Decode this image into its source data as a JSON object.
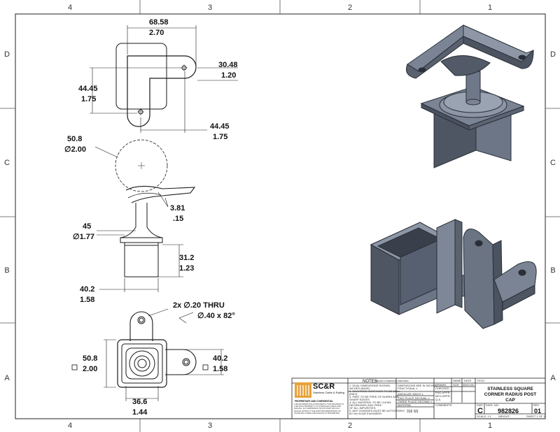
{
  "zones": {
    "columns": [
      "4",
      "3",
      "2",
      "1"
    ],
    "rows": [
      "D",
      "C",
      "B",
      "A"
    ]
  },
  "dimensions": {
    "top_width": {
      "mm": "68.58",
      "in": "2.70"
    },
    "top_offset": {
      "mm": "30.48",
      "in": "1.20"
    },
    "top_left_height": {
      "mm": "44.45",
      "in": "1.75"
    },
    "top_bottom_width": {
      "mm": "44.45",
      "in": "1.75"
    },
    "sphere_dia": {
      "mm": "50.8",
      "in": "2.00"
    },
    "radius": {
      "mm": "3.81",
      "in": ".15"
    },
    "stem_dia": {
      "mm": "45",
      "in": "1.77"
    },
    "height": {
      "mm": "31.2",
      "in": "1.23"
    },
    "base_width": {
      "mm": "40.2",
      "in": "1.58"
    },
    "hole_note": {
      "line1": "2x ∅.20 THRU",
      "line2": "∅.40 x 82°"
    },
    "bottom_left": {
      "mm": "50.8",
      "in": "2.00"
    },
    "bottom_right": {
      "mm": "40.2",
      "in": "1.58"
    },
    "bottom_width": {
      "mm": "36.6",
      "in": "1.44"
    }
  },
  "title_block": {
    "company": "SC&R",
    "company_sub": "Stainless Cable & Railing",
    "notes_title": "NOTES:",
    "notes_unless": "UNLESS OTHERWISE SPECIFIED",
    "notes_lines": [
      "1. DUAL DIMENSIONS SHOWN.",
      "INCHES (BASE)",
      "2. MACHINED SURFACES TO BE 63um",
      "(MAX)",
      "3. PART TO BE FREE OF BURRS AND",
      "SHARP EDGES.",
      "4. ALL MATERIAL TO BE CLEAN,",
      "DEGREASED AND FREE",
      "OF ALL IMPURITIES.",
      "5. ANY CHANGES MUST BE AUTHORIZED",
      "BY AN SC&R ENGINEER."
    ],
    "tolerances": [
      "DIMENSIONS ARE IN INCHES",
      "FRACTIONAL  ±",
      "ANGULAR: MACH  ±",
      "TWO PLACE DECIMAL  ±",
      "THREE PLACE DECIMAL  ±"
    ],
    "material_label": "MATERIAL",
    "material": "316 SS",
    "proprietary": "PROPRIETARY AND CONFIDENTIAL",
    "proprietary_text": "THE INFORMATION CONTAINED IN THIS DRAWING IS THE SOLE PROPERTY OF STAINLESS CABLE AND RAILING. ANY REPRODUCTION IN PART OR AS A WHOLE WITHOUT THE WRITTEN PERMISSION OF STAINLESS CABLE AND RAILING IS PROHIBITED.",
    "sig_rows": [
      "DRAWN",
      "CHECKED",
      "ENG APPR.",
      "MFG APPR.",
      "Q.A.",
      "COMMENTS:"
    ],
    "name_header": "NAME",
    "date_header": "DATE",
    "drawn_name": "SCR",
    "drawn_date": "05/07/18",
    "title_label": "TITLE:",
    "title": [
      "STAINLESS SQUARE",
      "CORNER RADIUS POST",
      "CAP"
    ],
    "size_label": "SIZE",
    "size": "C",
    "dwg_label": "DWG. NO.",
    "dwg_no": "982826",
    "rev_label": "REV",
    "rev": "01",
    "scale": "SCALE: 1:1",
    "weight": "WEIGHT:",
    "sheet": "SHEET 1 OF 1"
  },
  "colors": {
    "line": "#1a1a1a",
    "metal_light": "#7b8494",
    "metal_mid": "#5f6878",
    "metal_dark": "#3e4552",
    "logo_orange": "#e8a23a"
  }
}
